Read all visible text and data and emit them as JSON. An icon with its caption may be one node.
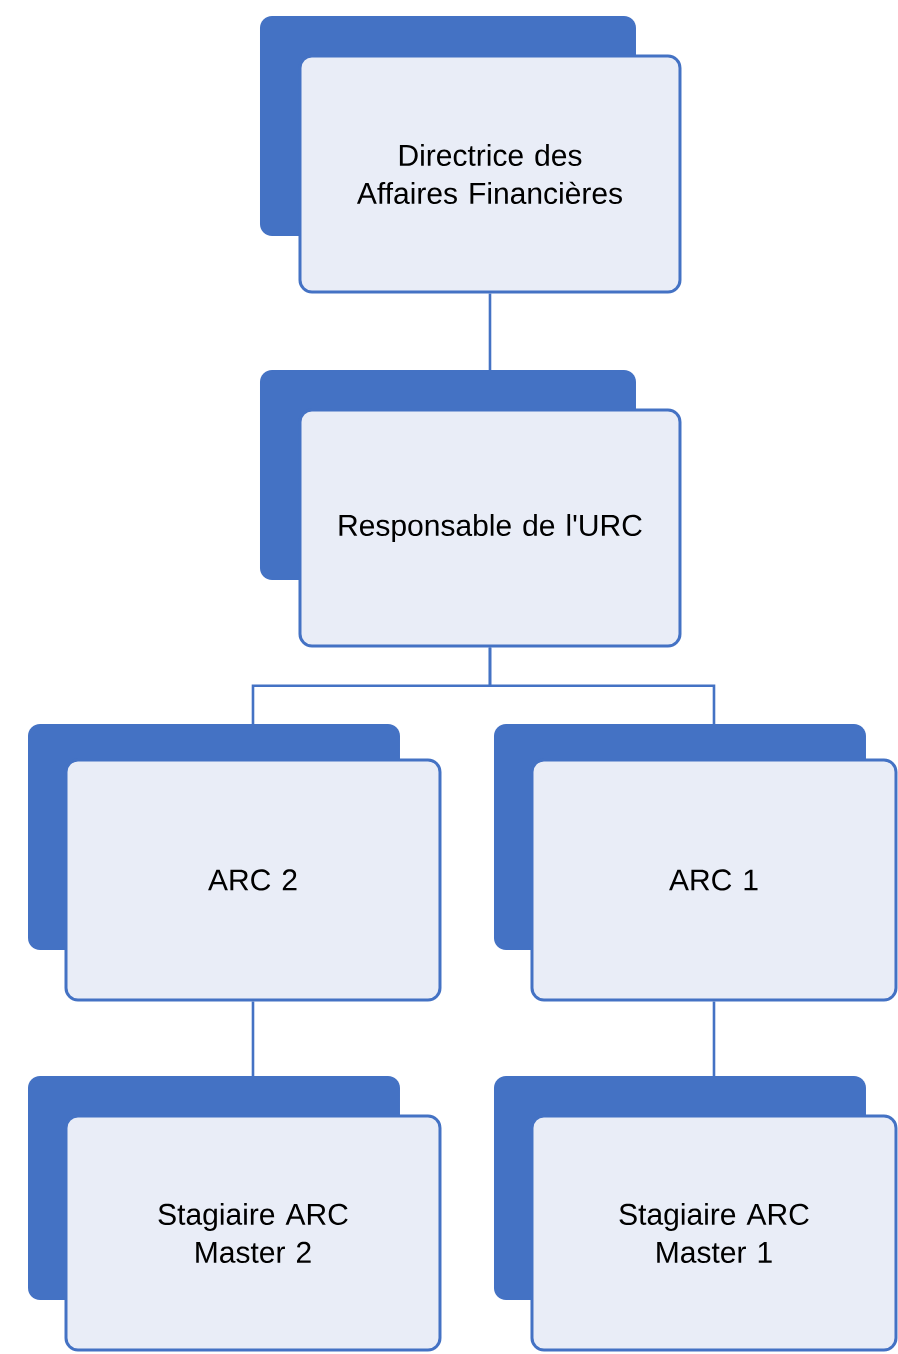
{
  "diagram": {
    "nodes": [
      {
        "text": [
          "Directrice des Affaires Financières"
        ]
      },
      {
        "text": [
          "Responsable de l'URC"
        ]
      },
      {
        "text": [
          "ARC 2"
        ]
      },
      {
        "text": [
          "ARC 1"
        ]
      },
      {
        "text": [
          "Stagiaire ARC Master 2"
        ]
      },
      {
        "text": [
          "Stagiaire ARC Master 1"
        ]
      }
    ],
    "edges": [
      {
        "from": 0,
        "to": 1,
        "arrow": "none"
      },
      {
        "from": 1,
        "to": 2,
        "arrow": "none"
      },
      {
        "from": 1,
        "to": 3,
        "arrow": "none"
      },
      {
        "from": 2,
        "to": 4,
        "arrow": "none"
      },
      {
        "from": 3,
        "to": 5,
        "arrow": "none"
      }
    ]
  }
}
